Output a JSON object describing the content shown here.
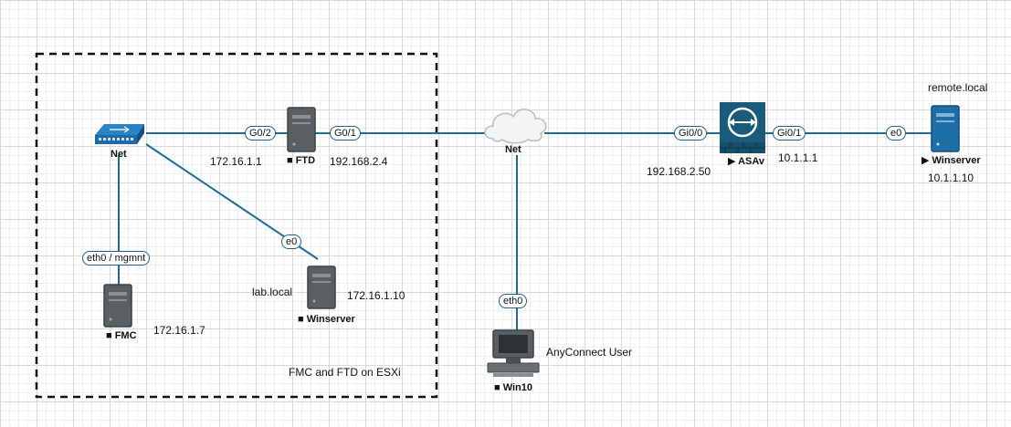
{
  "colors": {
    "link": "#1f6b96",
    "device": "#5a5f64",
    "asa": "#1a5a7a",
    "switch": "#1f74b3"
  },
  "labels": {
    "net_left": "Net",
    "net_center": "Net",
    "fmc": "■ FMC",
    "ftd": "■ FTD",
    "winserver_left": "■ Winserver",
    "win10": "■ Win10",
    "asav": "▶ ASAv",
    "winserver_right": "▶ Winserver",
    "ip_ftd_inside": "172.16.1.1",
    "ip_ftd_outside": "192.168.2.4",
    "ip_fmc": "172.16.1.7",
    "ip_winserver_left": "172.16.1.10",
    "lab_local": "lab.local",
    "ip_asav_outside": "192.168.2.50",
    "ip_asav_inside": "10.1.1.1",
    "remote_local": "remote.local",
    "ip_winserver_right": "10.1.1.10",
    "anyconnect": "AnyConnect User",
    "esxi_box": "FMC and FTD on ESXi"
  },
  "interfaces": {
    "ftd_g02": "G0/2",
    "ftd_g01": "G0/1",
    "fmc_eth0": "eth0 / mgmnt",
    "winserver_e0": "e0",
    "win10_eth0": "eth0",
    "asav_gi00": "Gi0/0",
    "asav_gi01": "Gi0/1",
    "winserver_r_e0": "e0"
  },
  "icons": {
    "switch": "switch-icon",
    "cloud": "cloud-icon",
    "server": "server-icon",
    "pc": "workstation-icon",
    "firewall": "asa-firewall-icon"
  }
}
